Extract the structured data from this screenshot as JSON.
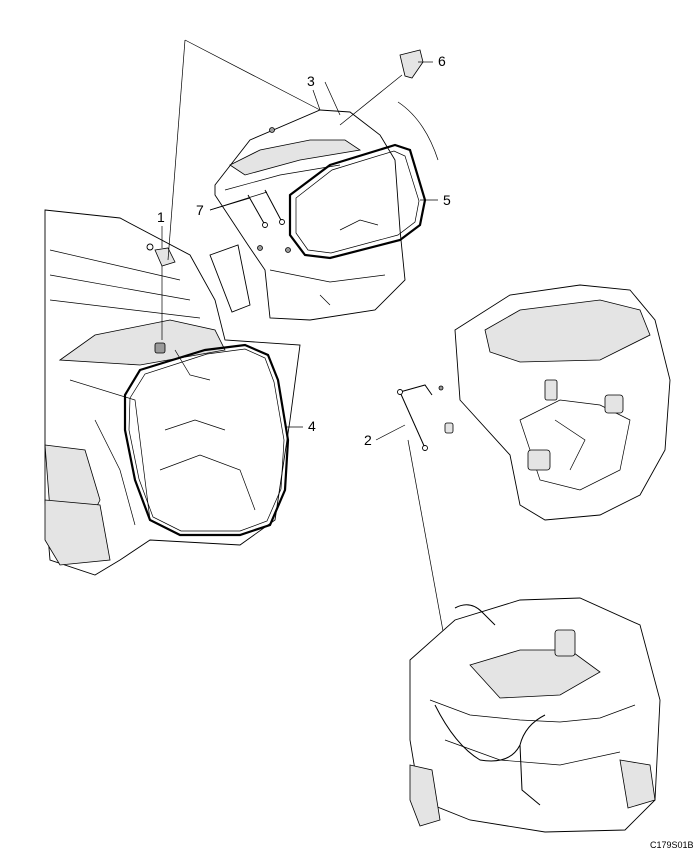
{
  "callouts": [
    {
      "id": "1",
      "label": "1"
    },
    {
      "id": "2",
      "label": "2"
    },
    {
      "id": "3",
      "label": "3"
    },
    {
      "id": "4",
      "label": "4"
    },
    {
      "id": "5",
      "label": "5"
    },
    {
      "id": "6",
      "label": "6"
    },
    {
      "id": "7",
      "label": "7"
    }
  ],
  "figure_code": "C179S01B"
}
